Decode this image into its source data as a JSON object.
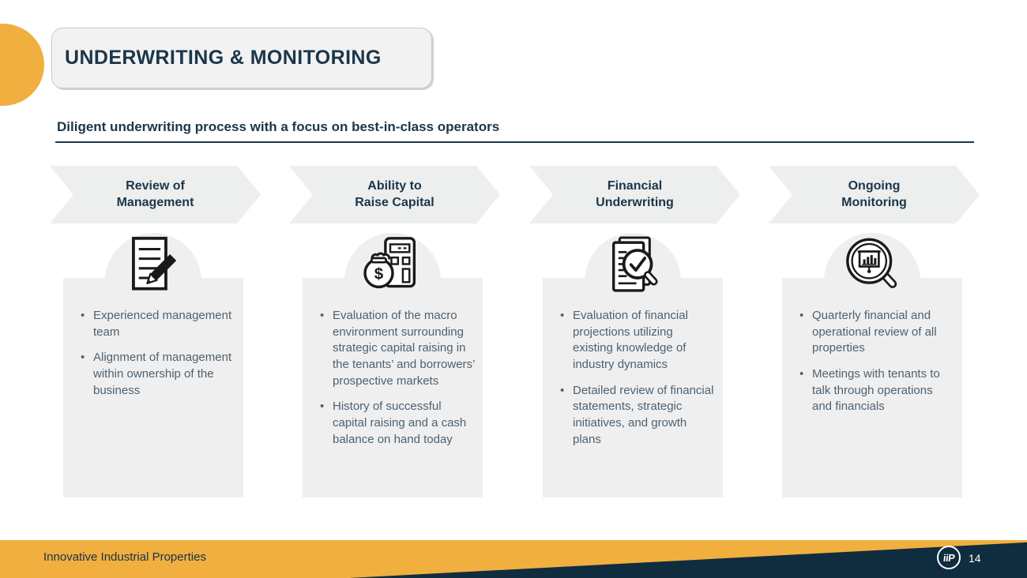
{
  "title_banner": {
    "label": "UNDERWRITING & MONITORING"
  },
  "subtitle": "Diligent underwriting process with a focus on best-in-class operators",
  "columns": [
    {
      "header_line1": "Review of",
      "header_line2": "Management",
      "icon": "document-pencil-icon",
      "bullets": [
        "Experienced management team",
        "Alignment of management within ownership of the business"
      ]
    },
    {
      "header_line1": "Ability to",
      "header_line2": "Raise Capital",
      "icon": "money-bag-calculator-icon",
      "bullets": [
        "Evaluation of the macro environment surrounding strategic capital raising in the tenants’ and borrowers’ prospective markets",
        "History of successful capital raising and a cash balance on hand today"
      ]
    },
    {
      "header_line1": "Financial",
      "header_line2": "Underwriting",
      "icon": "document-check-magnifier-icon",
      "bullets": [
        "Evaluation of financial projections utilizing existing knowledge of industry dynamics",
        "Detailed review of financial statements, strategic initiatives, and growth plans"
      ]
    },
    {
      "header_line1": "Ongoing",
      "header_line2": "Monitoring",
      "icon": "chart-magnifier-icon",
      "bullets": [
        "Quarterly financial and operational review of all properties",
        "Meetings with tenants to talk through operations and financials"
      ]
    }
  ],
  "footer": {
    "company": "Innovative Industrial Properties",
    "page": "14",
    "logo": "iiP"
  },
  "colors": {
    "accent_yellow": "#F0AF3F",
    "navy": "#1B3648",
    "footer_navy": "#102C3F",
    "panel_gray": "#EFEFEF",
    "body_text": "#4E6170"
  }
}
